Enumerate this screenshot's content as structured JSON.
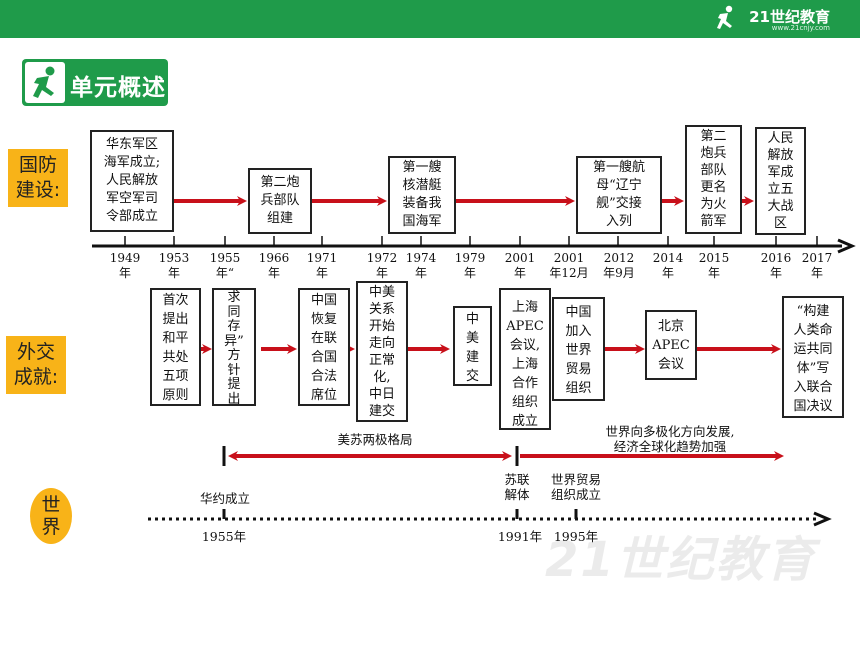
{
  "header": {
    "brand": "21世纪教育",
    "brand_sub": "www.21cnjy.com",
    "section_title": "单元概述",
    "accent_color": "#1f9b4a"
  },
  "categories": {
    "defense": "国防\n建设:",
    "diplomacy": "外交\n成就:",
    "world": "世\n界",
    "label_color": "#f8b318"
  },
  "timeline_years": [
    "1949\n年",
    "1953\n年",
    "1955\n年“",
    "1966\n年",
    "1971\n年",
    "1972\n年",
    "1974\n年",
    "1979\n年",
    "2001\n年",
    "2001\n年12月",
    "2012\n年9月",
    "2014\n年",
    "2015\n年",
    "2016\n年",
    "2017\n年"
  ],
  "defense_events": [
    "华东军区\n海军成立;\n人民解放\n军空军司\n令部成立",
    "第二炮\n兵部队\n组建",
    "第一艘\n核潜艇\n装备我\n国海军",
    "第一艘航\n母“辽宁\n舰”交接\n入列",
    "第二\n炮兵\n部队\n更名\n为火\n箭军",
    "人民\n解放\n军成\n立五\n大战\n区"
  ],
  "diplomacy_events": [
    "首次\n提出\n和平\n共处\n五项\n原则",
    "求\n同\n存\n异”\n方\n针\n提\n出",
    "中国\n恢复\n在联\n合国\n合法\n席位",
    "中美\n关系\n开始\n走向\n正常\n化,\n中日\n建交",
    "中\n美\n建\n交",
    "上海\nAPEC\n会议,\n上海\n合作\n组织\n成立",
    "中国\n加入\n世界\n贸易\n组织",
    "北京\nAPEC\n会议",
    "“构建\n人类命\n运共同\n体”写\n入联合\n国决议"
  ],
  "world": {
    "era1": "美苏两极格局",
    "era2": "世界向多极化方向发展,\n经济全球化趋势加强",
    "events": [
      "华约成立",
      "苏联\n解体",
      "世界贸易\n组织成立"
    ],
    "years": [
      "1955年",
      "1991年",
      "1995年"
    ]
  },
  "colors": {
    "arrow": "#c8101a",
    "line": "#111111"
  },
  "watermark": "21世纪教育"
}
